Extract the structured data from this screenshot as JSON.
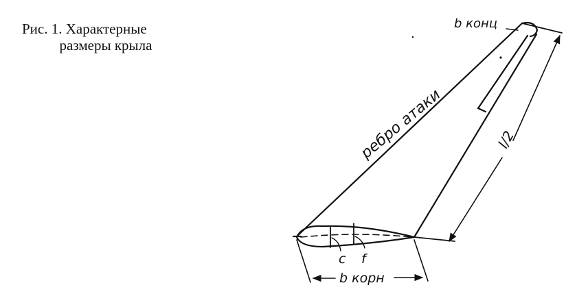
{
  "caption": {
    "line1": "Рис. 1. Характерные",
    "line2": "размеры крыла"
  },
  "labels": {
    "leading_edge": "ребро атаки",
    "tip_chord": "b конц",
    "root_chord": "b корн",
    "half_span": "l/2",
    "thickness": "c",
    "camber": "f"
  },
  "colors": {
    "ink": "#111111",
    "background": "#ffffff"
  }
}
